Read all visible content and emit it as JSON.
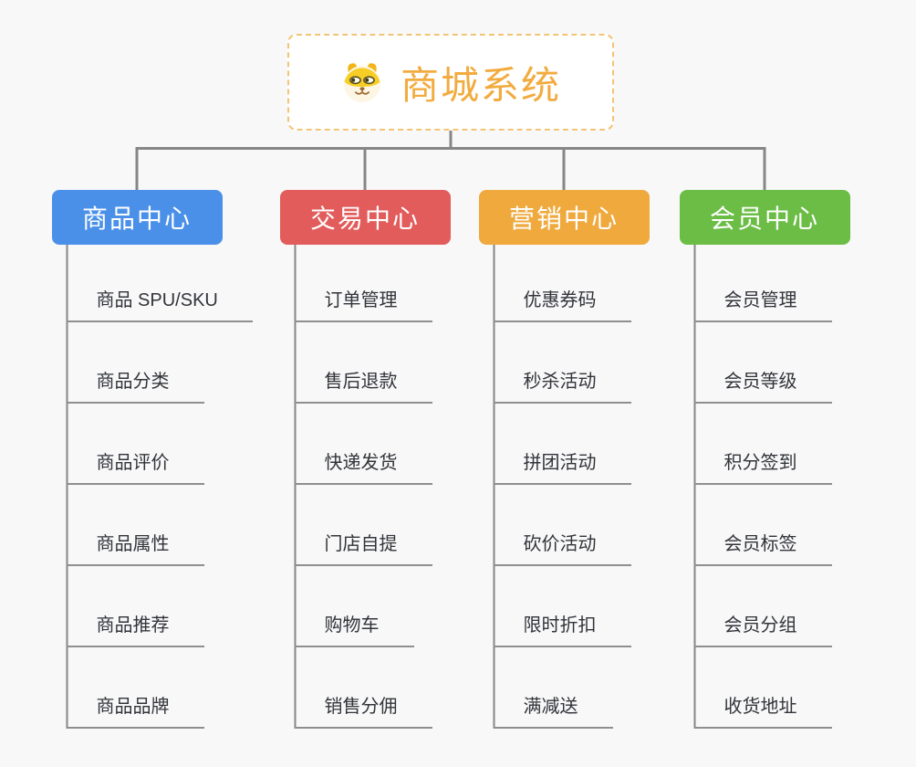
{
  "root": {
    "title": "商城系统",
    "icon": "dog-face-icon",
    "title_color": "#f2ab3f",
    "border_color": "#f4c476"
  },
  "branches": [
    {
      "label": "商品中心",
      "color": "#4a90e8",
      "children": [
        "商品 SPU/SKU",
        "商品分类",
        "商品评价",
        "商品属性",
        "商品推荐",
        "商品品牌"
      ]
    },
    {
      "label": "交易中心",
      "color": "#e25c5c",
      "children": [
        "订单管理",
        "售后退款",
        "快递发货",
        "门店自提",
        "购物车",
        "销售分佣"
      ]
    },
    {
      "label": "营销中心",
      "color": "#efa93d",
      "children": [
        "优惠券码",
        "秒杀活动",
        "拼团活动",
        "砍价活动",
        "限时折扣",
        "满减送"
      ]
    },
    {
      "label": "会员中心",
      "color": "#6bbd46",
      "children": [
        "会员管理",
        "会员等级",
        "积分签到",
        "会员标签",
        "会员分组",
        "收货地址"
      ]
    }
  ],
  "connector_color": "#868686",
  "background_color": "#f8f8f8"
}
